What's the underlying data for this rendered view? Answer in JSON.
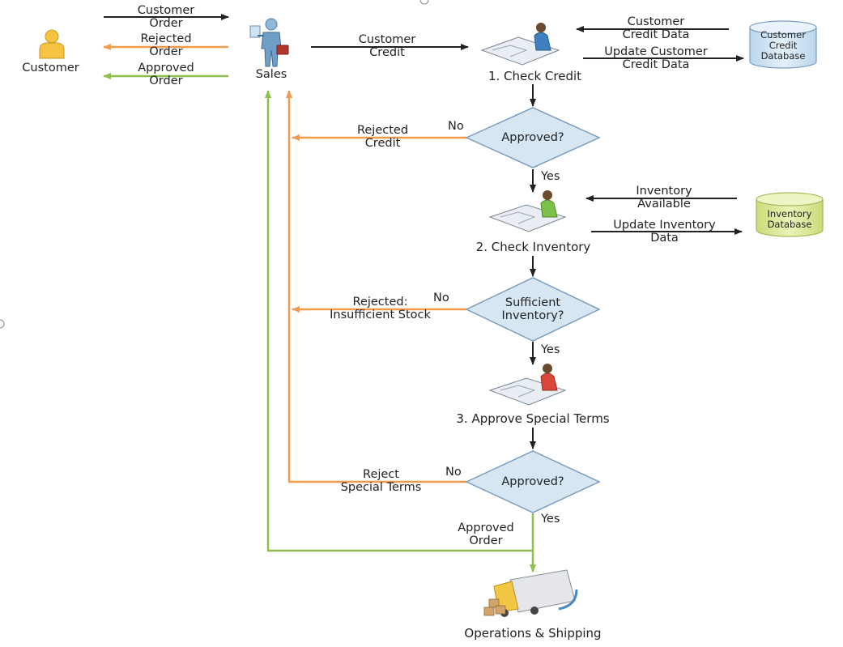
{
  "actors": {
    "customer": "Customer",
    "sales": "Sales"
  },
  "top_arrows": {
    "customer_order": [
      "Customer",
      "Order"
    ],
    "rejected_order": [
      "Rejected",
      "Order"
    ],
    "approved_order": [
      "Approved",
      "Order"
    ],
    "customer_credit": [
      "Customer",
      "Credit"
    ]
  },
  "step1": {
    "label": "1. Check Credit",
    "in_arrow": [
      "Customer",
      "Credit Data"
    ],
    "out_arrow": [
      "Update Customer",
      "Credit Data"
    ],
    "database": [
      "Customer",
      "Credit",
      "Database"
    ]
  },
  "decision1": {
    "label": "Approved?",
    "no": "No",
    "yes": "Yes",
    "reject": [
      "Rejected",
      "Credit"
    ]
  },
  "step2": {
    "label": "2. Check Inventory",
    "in_arrow": [
      "Inventory",
      "Available"
    ],
    "out_arrow": [
      "Update Inventory",
      "Data"
    ],
    "database": [
      "Inventory",
      "Database"
    ]
  },
  "decision2": {
    "label": [
      "Sufficient",
      "Inventory?"
    ],
    "no": "No",
    "yes": "Yes",
    "reject": [
      "Rejected:",
      "Insufficient Stock"
    ]
  },
  "step3": {
    "label": "3. Approve Special Terms"
  },
  "decision3": {
    "label": "Approved?",
    "no": "No",
    "yes": "Yes",
    "reject": [
      "Reject",
      "Special Terms"
    ],
    "approved": [
      "Approved",
      "Order"
    ]
  },
  "end": {
    "label": "Operations & Shipping"
  },
  "colors": {
    "black_flow": "#222222",
    "reject_flow": "#f39a4c",
    "approve_flow": "#8dc04a",
    "decision_fill": "#d6e6f3",
    "decision_stroke": "#7a9cbd",
    "credit_db_fill": "#d8e9f6",
    "inventory_db_fill": "#dfeaa6"
  }
}
